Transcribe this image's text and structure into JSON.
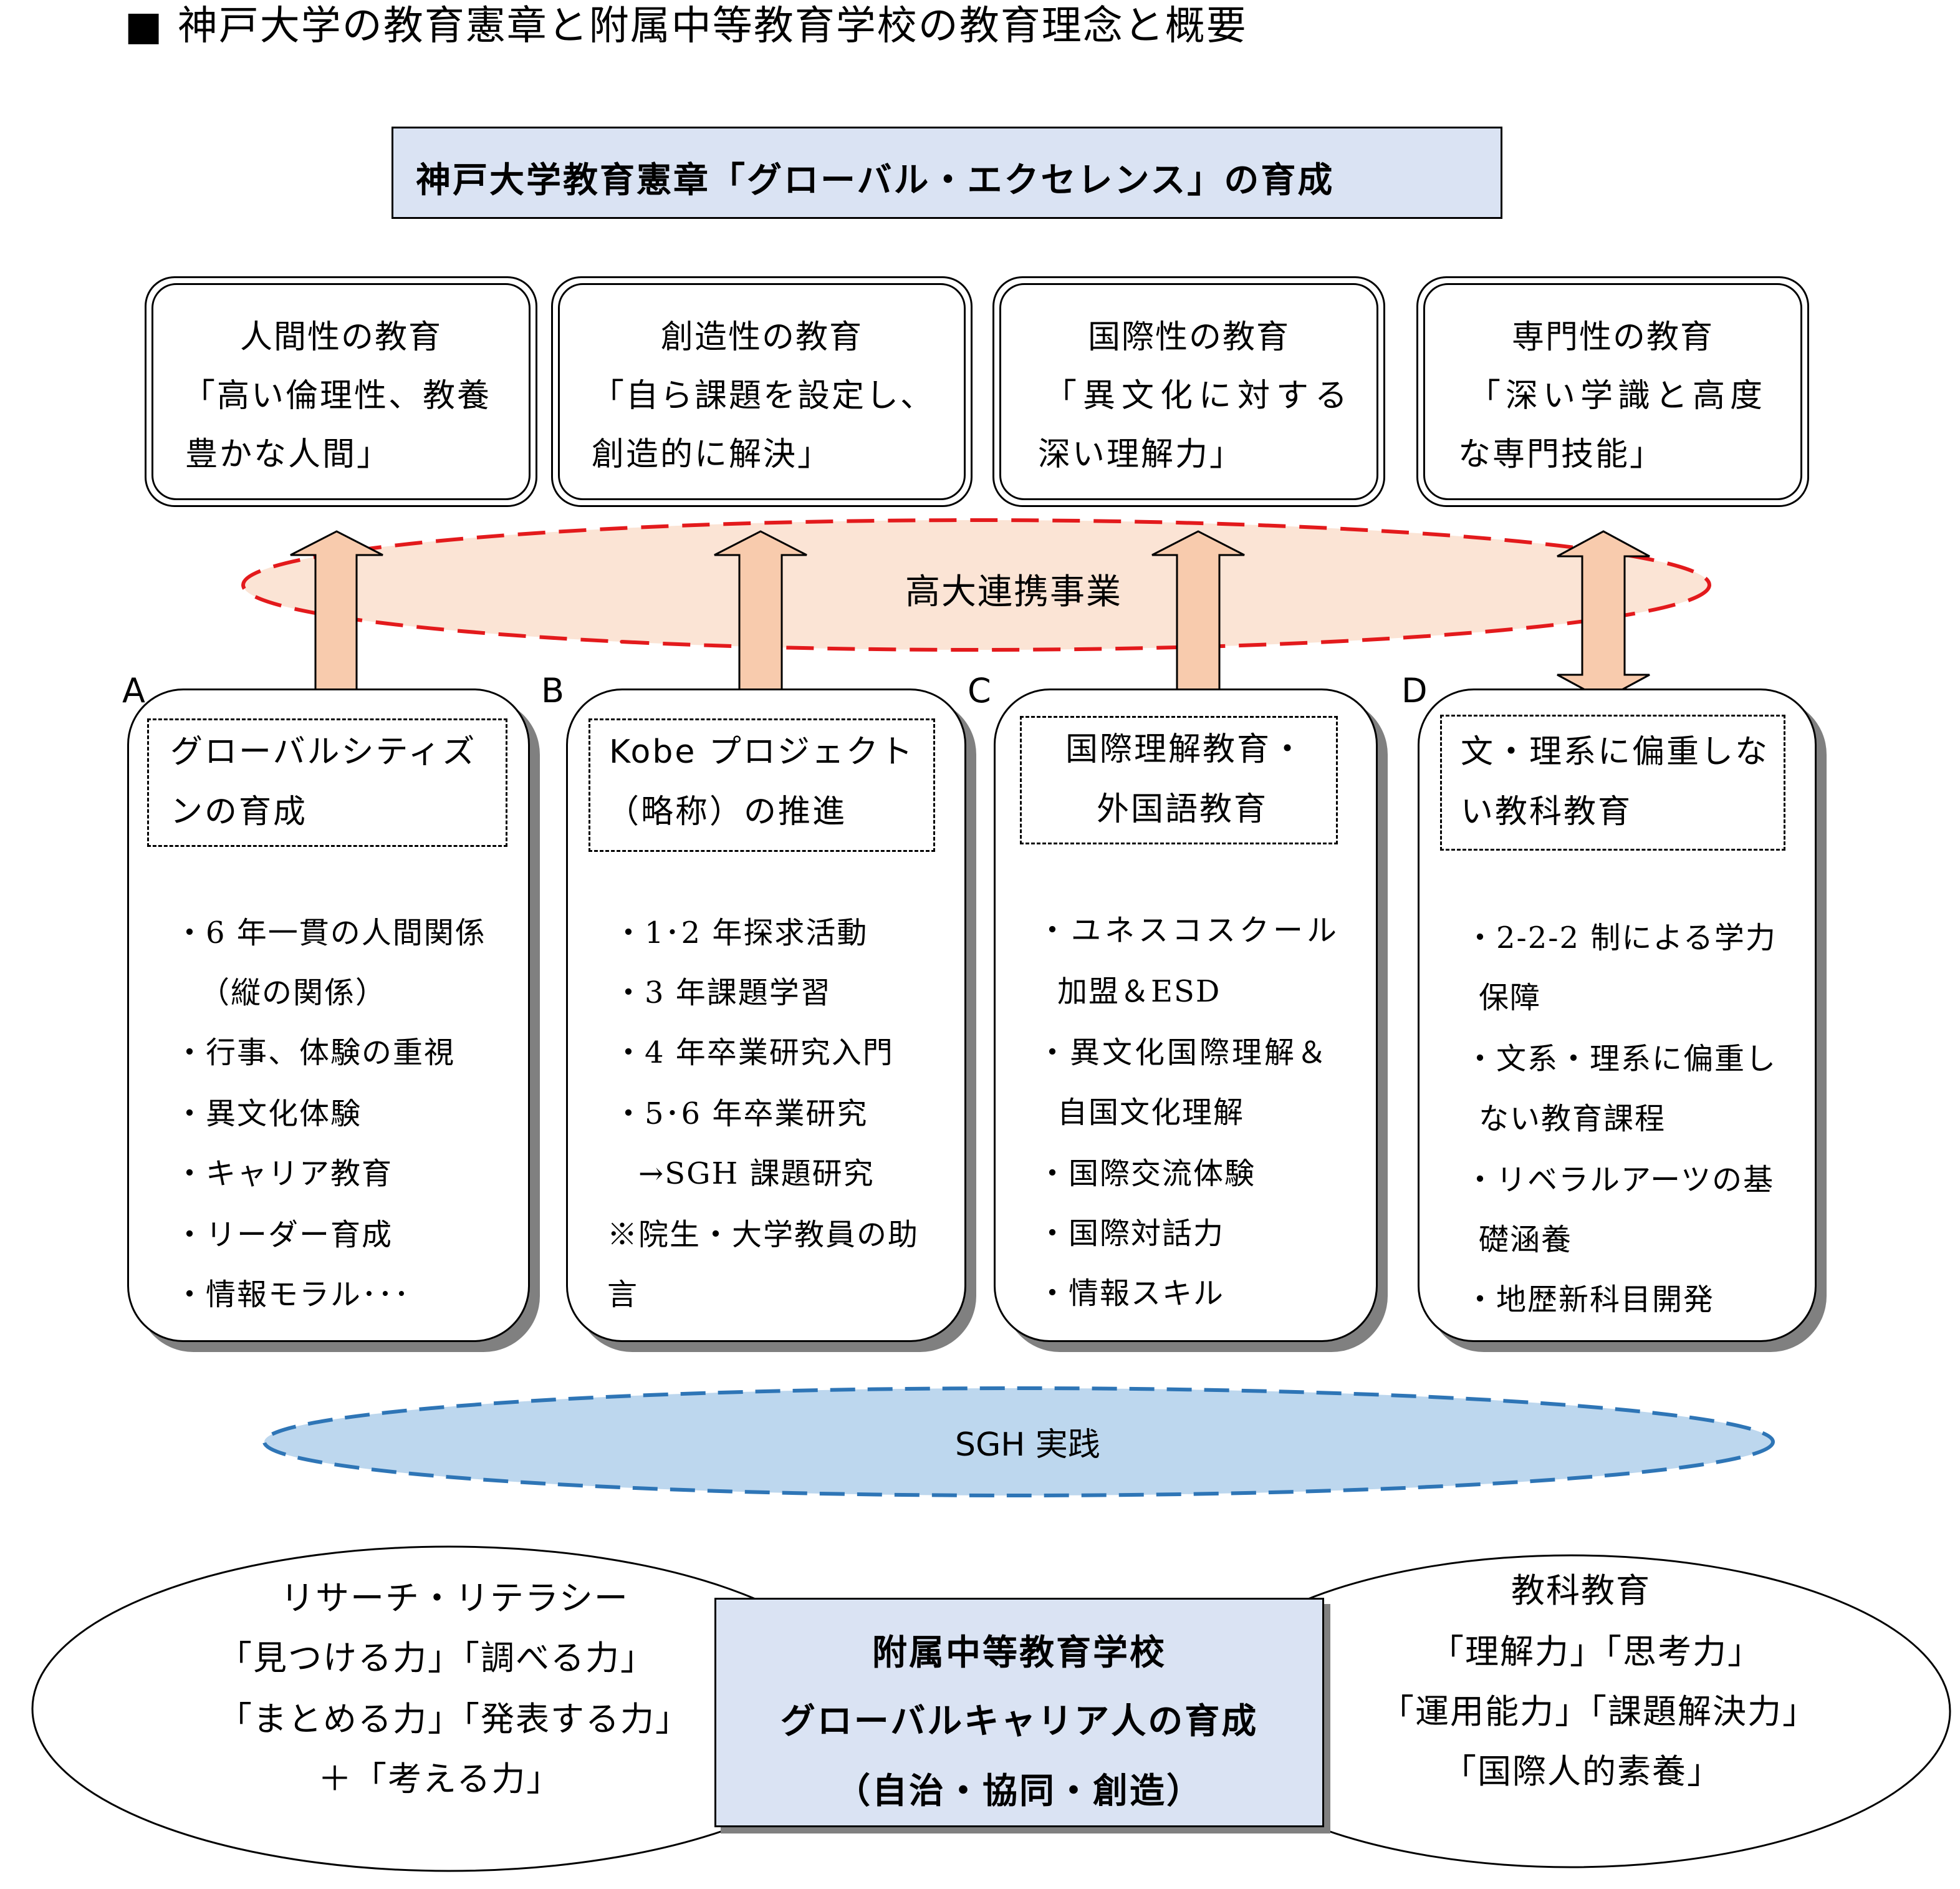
{
  "page_title": "■ 神戸大学の教育憲章と附属中等教育学校の教育理念と概要",
  "charter": "神戸大学教育憲章「グローバル・エクセレンス」の育成",
  "pillars": [
    {
      "heading": "人間性の教育",
      "line1": "「高い倫理性、教養",
      "line2": "豊かな人間」"
    },
    {
      "heading": "創造性の教育",
      "line1": "「自ら課題を設定し、",
      "line2": "創造的に解決」"
    },
    {
      "heading": "国際性の教育",
      "line1": "「異文化に対する",
      "line2": "深い理解力」"
    },
    {
      "heading": "専門性の教育",
      "line1": "「深い学識と高度",
      "line2": "な専門技能」"
    }
  ],
  "partnership_label": "高大連携事業",
  "columns": [
    {
      "letter": "A",
      "head1": "グローバルシティズ",
      "head2": "ンの育成",
      "items": [
        "・6 年一貫の人間関係",
        "（縦の関係）",
        "・行事、体験の重視",
        "・異文化体験",
        "・キャリア教育",
        "・リーダー育成",
        "・情報モラル･･･"
      ]
    },
    {
      "letter": "B",
      "head1": "Kobe プロジェクト",
      "head2": "（略称）の推進",
      "items": [
        "・1･2 年探求活動",
        "・3 年課題学習",
        "・4 年卒業研究入門",
        "・5･6 年卒業研究",
        "→SGH 課題研究",
        "※院生・大学教員の助",
        "言"
      ]
    },
    {
      "letter": "C",
      "head1": "国際理解教育・",
      "head2": "外国語教育",
      "items": [
        "・ユネスコスクール",
        "加盟＆ESD",
        "・異文化国際理解＆",
        "自国文化理解",
        "・国際交流体験",
        "・国際対話力",
        "・情報スキル"
      ]
    },
    {
      "letter": "D",
      "head1": "文・理系に偏重しな",
      "head2": "い教科教育",
      "items": [
        "・2-2-2 制による学力",
        "保障",
        "・文系・理系に偏重し",
        "ない教育課程",
        "・リベラルアーツの基",
        "礎涵養",
        "・地歴新科目開発"
      ]
    }
  ],
  "sgh_label": "SGH 実践",
  "research": {
    "title": "リサーチ・リテラシー",
    "line1": "「見つける力」「調べる力」",
    "line2": "「まとめる力」「発表する力」",
    "line3": "＋「考える力」"
  },
  "center": {
    "line1": "附属中等教育学校",
    "line2": "グローバルキャリア人の育成",
    "line3": "（自治・協同・創造）"
  },
  "subject": {
    "title": "教科教育",
    "line1": "「理解力」「思考力」",
    "line2": "「運用能力」「課題解決力」",
    "line3": "「国際人的素養」"
  },
  "colors": {
    "box_fill": "#dae3f3",
    "arrow_fill": "#f8cbad",
    "partnership_ellipse_fill": "#fbe4d5",
    "partnership_border": "#e31a1c",
    "sgh_ellipse_fill": "#bdd7ee",
    "sgh_border": "#2e75b6",
    "shadow": "#808080"
  }
}
